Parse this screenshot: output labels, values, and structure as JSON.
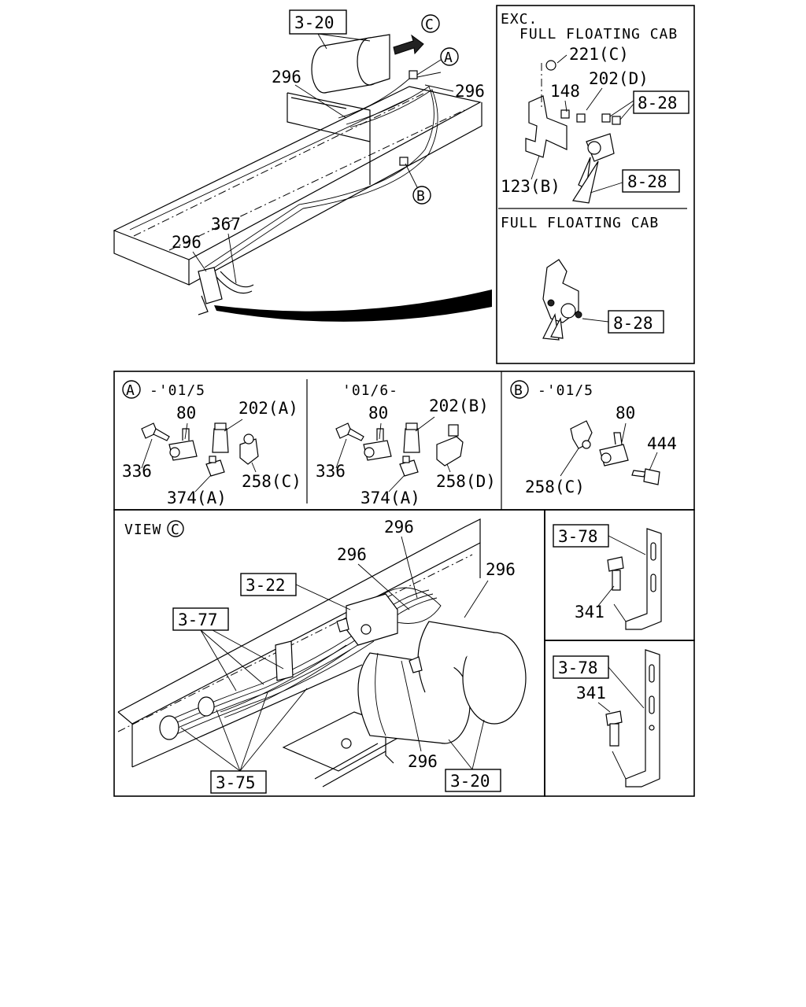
{
  "main_view": {
    "ref_tank": "3-20",
    "callout_c": "C",
    "callout_a": "A",
    "callout_b": "B",
    "label_296_a": "296",
    "label_296_b": "296",
    "label_296_c": "296",
    "label_367": "367"
  },
  "inset_top_right": {
    "heading_line1": "EXC.",
    "heading_line2": "FULL FLOATING CAB",
    "label_221c": "221(C)",
    "label_202d": "202(D)",
    "label_148": "148",
    "ref_828_a": "8-28",
    "label_123b": "123(B)",
    "ref_828_b": "8-28",
    "heading_2": "FULL FLOATING CAB",
    "ref_828_c": "8-28"
  },
  "detail_a_early": {
    "callout": "A",
    "period": "-'01/5",
    "label_80": "80",
    "label_202a": "202(A)",
    "label_336": "336",
    "label_374a": "374(A)",
    "label_258c": "258(C)"
  },
  "detail_a_late": {
    "period": "'01/6-",
    "label_80": "80",
    "label_202b": "202(B)",
    "label_336": "336",
    "label_374a": "374(A)",
    "label_258d": "258(D)"
  },
  "detail_b": {
    "callout": "B",
    "period": "-'01/5",
    "label_80": "80",
    "label_444": "444",
    "label_258c": "258(C)"
  },
  "view_c": {
    "title": "VIEW",
    "callout": "C",
    "label_296_a": "296",
    "label_296_b": "296",
    "label_296_c": "296",
    "label_296_d": "296",
    "ref_322": "3-22",
    "ref_377": "3-77",
    "ref_375": "3-75",
    "ref_320": "3-20"
  },
  "bracket_1": {
    "ref": "3-78",
    "label_341": "341"
  },
  "bracket_2": {
    "ref": "3-78",
    "label_341": "341"
  }
}
